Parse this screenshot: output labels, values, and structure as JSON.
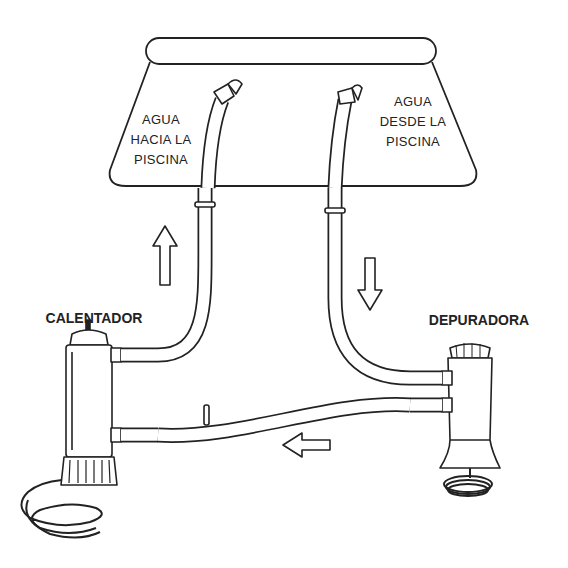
{
  "diagram": {
    "nodes": [
      {
        "text": [
          "AGUA HACIA LA PISCINA",
          "AGUA DESDE LA PISCINA"
        ]
      },
      {
        "text": [
          "CALENTADOR"
        ]
      },
      {
        "text": [
          "DEPURADORA"
        ]
      }
    ],
    "edges": [
      {
        "from": 0,
        "to": 2,
        "arrow": "none"
      },
      {
        "from": 2,
        "to": 1,
        "arrow": "none"
      },
      {
        "from": 1,
        "to": 0,
        "arrow": "none"
      }
    ]
  }
}
